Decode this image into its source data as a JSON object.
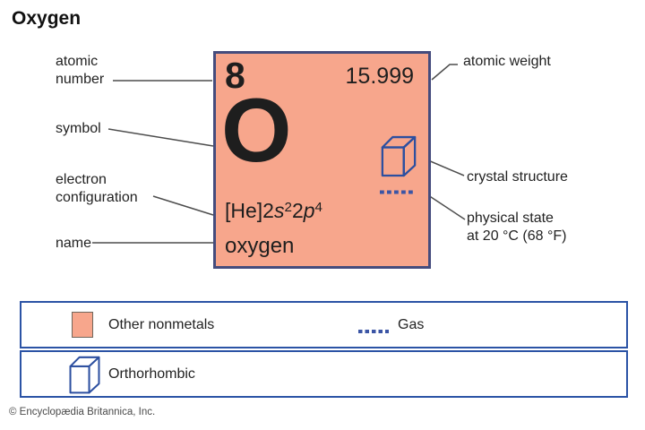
{
  "colors": {
    "element-fill": "#f7a68c",
    "card-border": "#454c7d",
    "legend-border": "#2b53a5",
    "icon-blue": "#2c4fa0",
    "connector": "#4d4d4d",
    "text": "#1e1e1e",
    "footer-text": "#4a4a4a",
    "swatch-border": "#6f665c"
  },
  "title": "Oxygen",
  "element_card": {
    "atomic_number": "8",
    "atomic_weight": "15.999",
    "symbol": "O",
    "name": "oxygen",
    "electron_configuration": {
      "prefix": "[He]2",
      "s_orbital": "s",
      "s_superscript": "2",
      "between": "2",
      "p_orbital": "p",
      "p_superscript": "4"
    }
  },
  "callouts": {
    "left": [
      {
        "label": "atomic\nnumber"
      },
      {
        "label": "symbol"
      },
      {
        "label": "electron\nconfiguration"
      },
      {
        "label": "name"
      }
    ],
    "right": [
      {
        "label": "atomic weight"
      },
      {
        "label": "crystal structure"
      },
      {
        "label": "physical state\nat 20 °C (68 °F)"
      }
    ]
  },
  "legend": {
    "other_nonmetals": "Other nonmetals",
    "gas": "Gas",
    "orthorhombic": "Orthorhombic"
  },
  "footer": "© Encyclopædia Britannica, Inc."
}
